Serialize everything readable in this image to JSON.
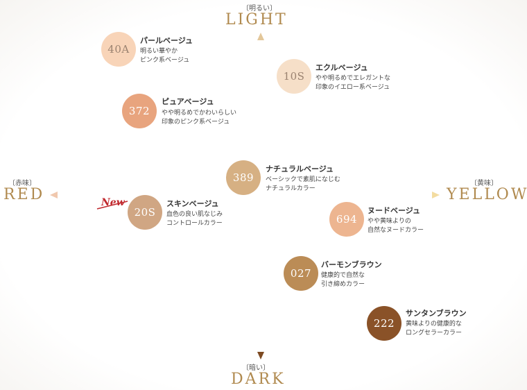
{
  "axes": {
    "top": {
      "label": "LIGHT",
      "sub": "〔明るい〕"
    },
    "bottom": {
      "label": "DARK",
      "sub": "〔暗い〕"
    },
    "left": {
      "label": "RED",
      "sub": "〔赤味〕"
    },
    "right": {
      "label": "YELLOW",
      "sub": "〔黄味〕"
    }
  },
  "new_badge": "New",
  "shades": [
    {
      "code": "40A",
      "title": "パールベージュ",
      "desc1": "明るい華やか",
      "desc2": "ピンク系ベージュ",
      "color": "#f8d4b8"
    },
    {
      "code": "10S",
      "title": "エクルベージュ",
      "desc1": "やや明るめでエレガントな",
      "desc2": "印象のイエロー系ベージュ",
      "color": "#f6dfc8"
    },
    {
      "code": "372",
      "title": "ピュアベージュ",
      "desc1": "やや明るめでかわいらしい",
      "desc2": "印象のピンク系ベージュ",
      "color": "#e8a47e"
    },
    {
      "code": "389",
      "title": "ナチュラルベージュ",
      "desc1": "ベーシックで素肌になじむ",
      "desc2": "ナチュラルカラー",
      "color": "#d6b083"
    },
    {
      "code": "20S",
      "title": "スキンベージュ",
      "desc1": "血色の良い肌なじみ",
      "desc2": "コントロールカラー",
      "color": "#d0a683"
    },
    {
      "code": "694",
      "title": "ヌードベージュ",
      "desc1": "やや黄味よりの",
      "desc2": "自然なヌードカラー",
      "color": "#edb590"
    },
    {
      "code": "027",
      "title": "バーモンブラウン",
      "desc1": "健康的で自然な",
      "desc2": "引き締めカラー",
      "color": "#bb8c56"
    },
    {
      "code": "222",
      "title": "サンタンブラウン",
      "desc1": "黄味よりの健康的な",
      "desc2": "ロングセラーカラー",
      "color": "#8a5228"
    }
  ]
}
